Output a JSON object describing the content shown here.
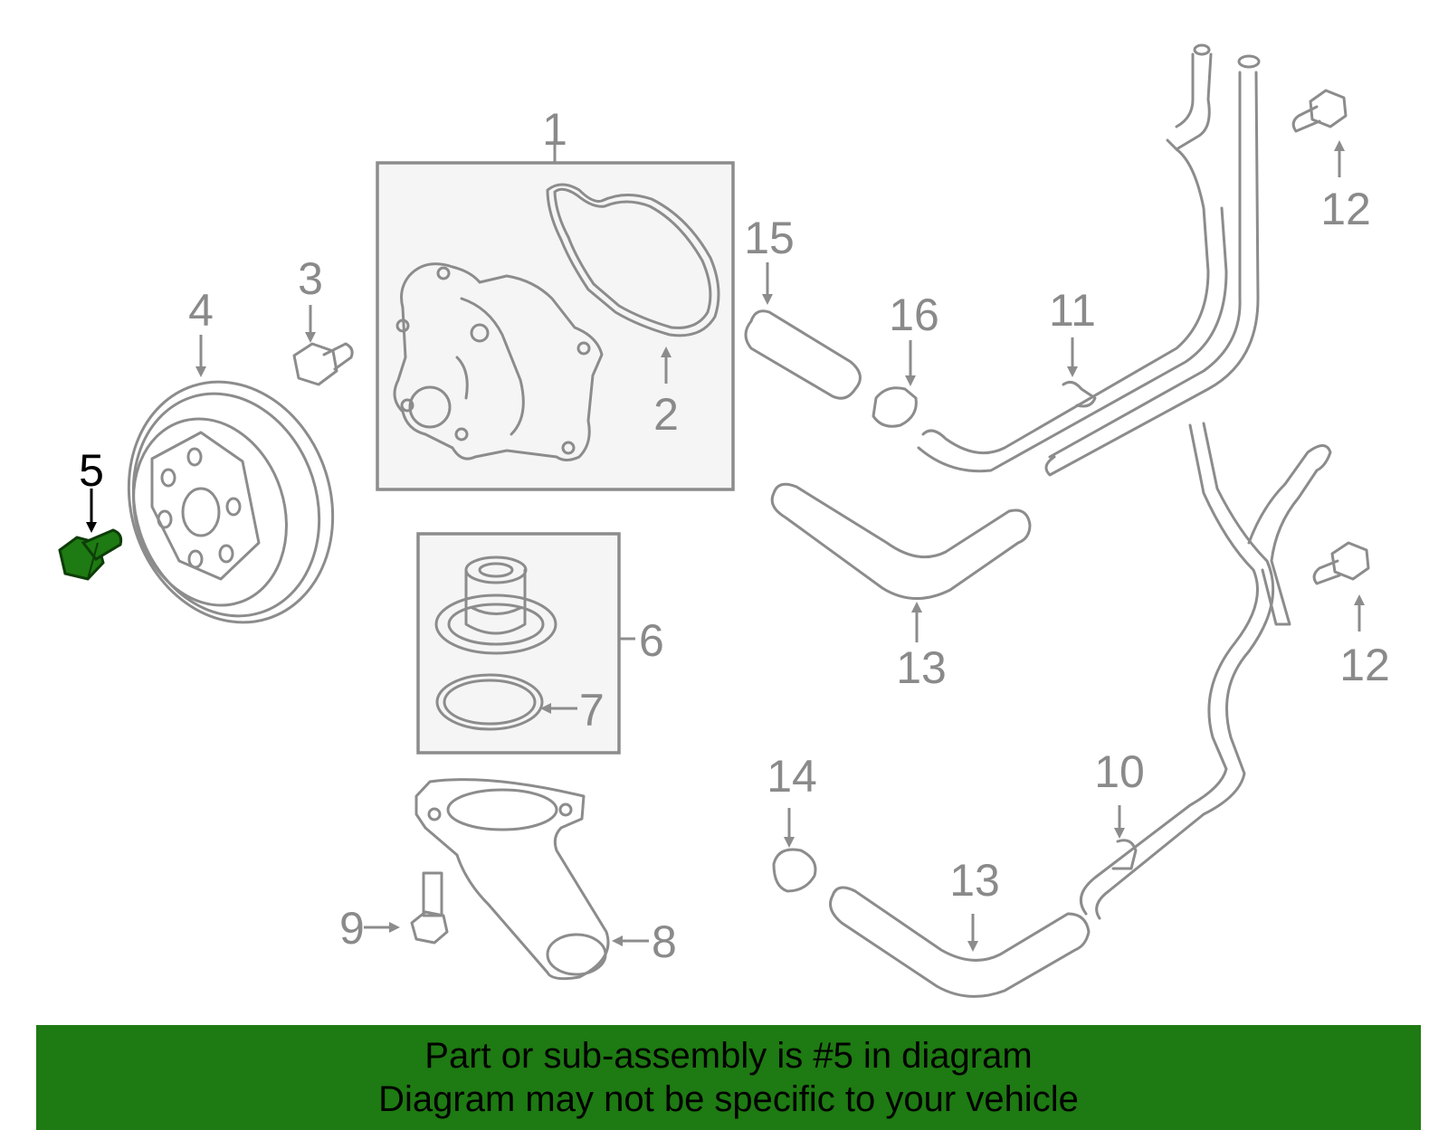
{
  "callouts": {
    "c1": "1",
    "c2": "2",
    "c3": "3",
    "c4": "4",
    "c5": "5",
    "c6": "6",
    "c7": "7",
    "c8": "8",
    "c9": "9",
    "c10": "10",
    "c11": "11",
    "c12a": "12",
    "c12b": "12",
    "c13a": "13",
    "c13b": "13",
    "c14": "14",
    "c15": "15",
    "c16": "16"
  },
  "highlighted_part": "5",
  "colors": {
    "highlight": "#1e7a12",
    "lines": "#8c8c8c",
    "labels": "#8a8a8a",
    "banner": "#1e7a12"
  },
  "banner": {
    "line1": "Part or sub-assembly is #5 in diagram",
    "line2": "Diagram may not be specific to your vehicle"
  }
}
